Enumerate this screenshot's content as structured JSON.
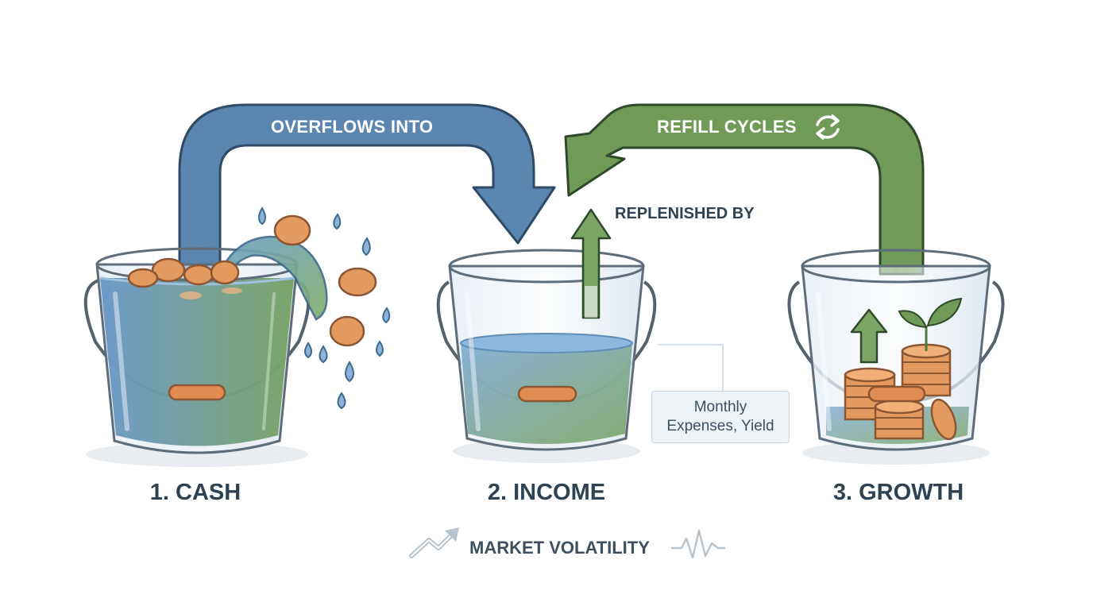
{
  "labels": {
    "overflow": "OVERFLOWS INTO",
    "refill": "REFILL CYCLES",
    "replenished": "REPLENISHED BY"
  },
  "buckets": [
    {
      "title": "1. CASH"
    },
    {
      "title": "2. INCOME"
    },
    {
      "title": "3. GROWTH"
    }
  ],
  "note": {
    "line1": "Monthly",
    "line2": "Expenses, Yield"
  },
  "footer": {
    "label": "MARKET VOLATILITY"
  },
  "icons": [
    "refresh-icon",
    "trend-up-icon",
    "wave-icon",
    "sprout-icon",
    "up-arrow-icon"
  ],
  "colors": {
    "blue_arrow": "#5a86b0",
    "green_arrow": "#6f9a57",
    "water_blue": "#6f9fca",
    "water_green": "#6f9a57",
    "coin": "#e49a5e",
    "text_dark": "#2f4254"
  }
}
